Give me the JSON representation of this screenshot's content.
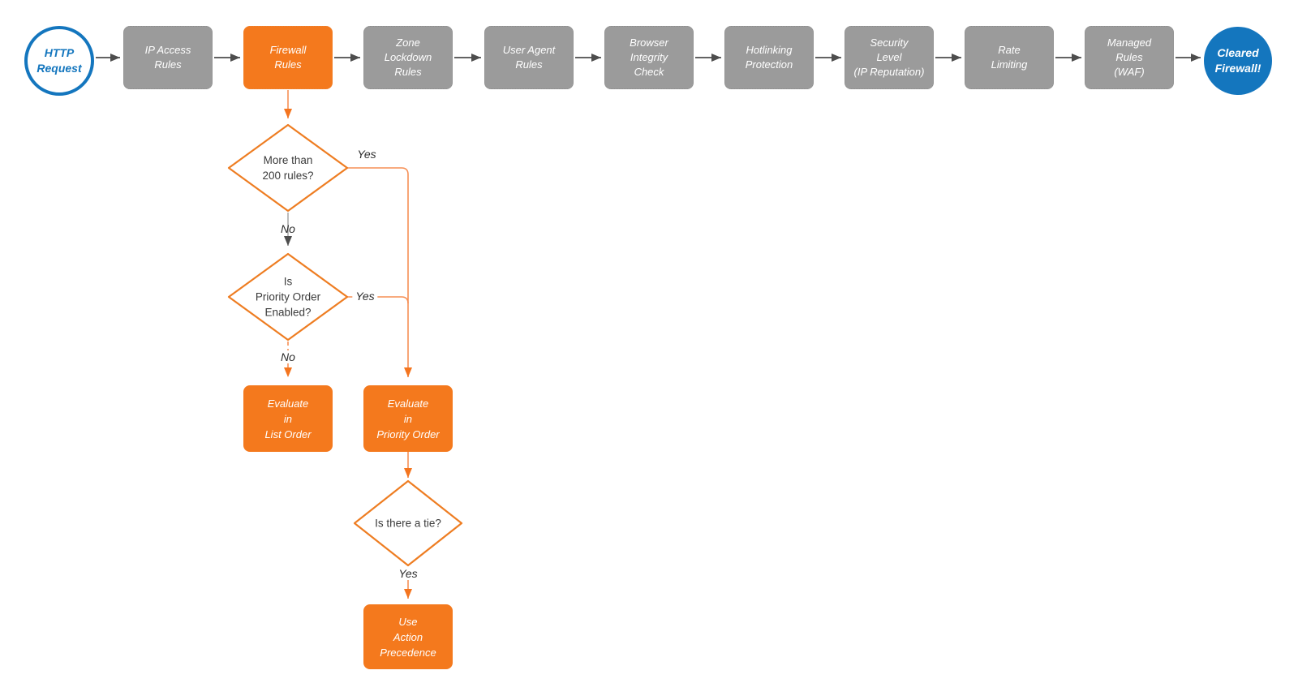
{
  "flow": {
    "start": {
      "label": "HTTP\nRequest"
    },
    "steps": [
      {
        "label": "IP Access\nRules"
      },
      {
        "label": "Firewall\nRules",
        "highlighted": true
      },
      {
        "label": "Zone\nLockdown\nRules"
      },
      {
        "label": "User Agent\nRules"
      },
      {
        "label": "Browser\nIntegrity\nCheck"
      },
      {
        "label": "Hotlinking\nProtection"
      },
      {
        "label": "Security\nLevel\n(IP Reputation)"
      },
      {
        "label": "Rate\nLimiting"
      },
      {
        "label": "Managed\nRules\n(WAF)"
      }
    ],
    "end": {
      "label": "Cleared\nFirewall!"
    },
    "decisions": [
      {
        "question": "More than\n200 rules?",
        "yes_label": "Yes",
        "no_label": "No"
      },
      {
        "question": "Is\nPriority Order\nEnabled?",
        "yes_label": "Yes",
        "no_label": "No"
      },
      {
        "question": "Is there a tie?",
        "yes_label": "Yes"
      }
    ],
    "outcomes": [
      {
        "label": "Evaluate\nin\nList Order"
      },
      {
        "label": "Evaluate\nin\nPriority Order"
      },
      {
        "label": "Use\nAction\nPrecedence"
      }
    ]
  },
  "colors": {
    "node_orange": "#F4791D",
    "node_gray": "#9B9B9B",
    "terminal_blue": "#1476BE",
    "diamond_stroke": "#EE7D22",
    "connector_orange": "#F68F55",
    "connector_dark": "#4D4D4D",
    "connector_gray": "#ABABAB",
    "text_dark": "#3B3B3B",
    "text_white": "#FFFFFF"
  }
}
